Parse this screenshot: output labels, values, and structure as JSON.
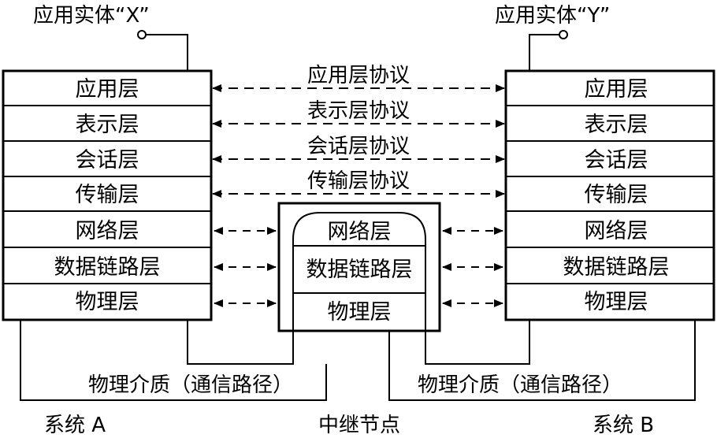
{
  "entities": {
    "left": "应用实体“X”",
    "right": "应用实体“Y”"
  },
  "system_a": {
    "name": "系统 A",
    "layers": [
      "应用层",
      "表示层",
      "会话层",
      "传输层",
      "网络层",
      "数据链路层",
      "物理层"
    ]
  },
  "system_b": {
    "name": "系统 B",
    "layers": [
      "应用层",
      "表示层",
      "会话层",
      "传输层",
      "网络层",
      "数据链路层",
      "物理层"
    ]
  },
  "relay": {
    "name": "中继节点",
    "layers": [
      "网络层",
      "数据链路层",
      "物理层"
    ]
  },
  "protocols": [
    "应用层协议",
    "表示层协议",
    "会话层协议",
    "传输层协议"
  ],
  "media": {
    "left": "物理介质（通信路径）",
    "right": "物理介质（通信路径）"
  },
  "colors": {
    "line": "#000000",
    "background": "#ffffff"
  }
}
